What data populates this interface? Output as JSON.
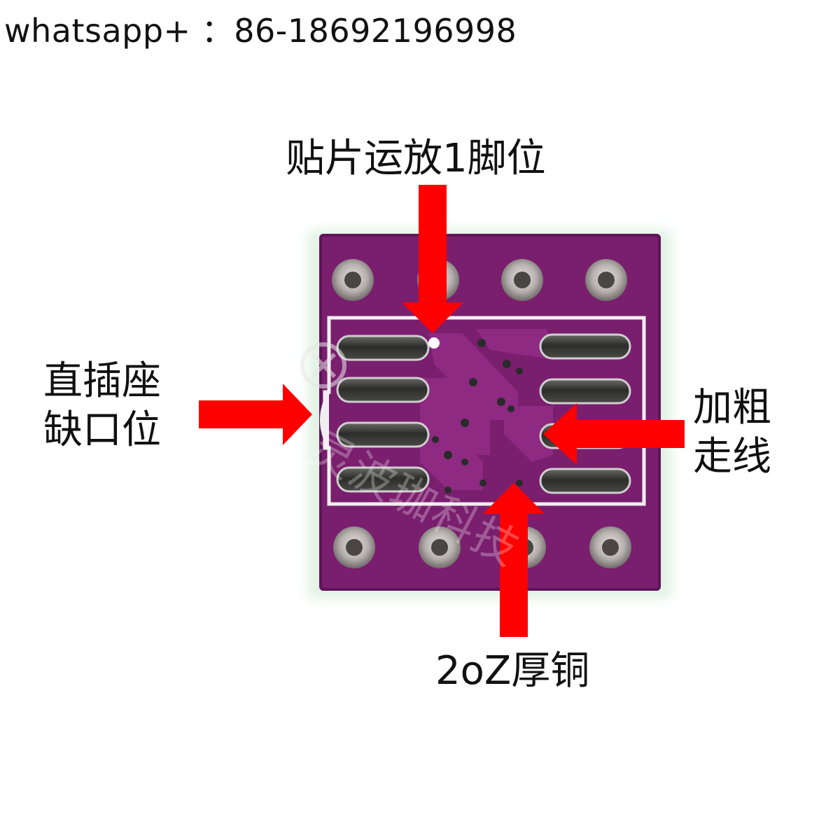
{
  "contact": {
    "text": "whatsapp+ ：86-18692196998"
  },
  "annotations": {
    "top": "贴片运放1脚位",
    "left_line1": "直插座",
    "left_line2": "缺口位",
    "right_line1": "加粗",
    "right_line2": "走线",
    "bottom": "2oZ厚铜"
  },
  "watermark": {
    "text": "灵波珈科技"
  },
  "colors": {
    "board": "#7a1e6e",
    "board_edge": "#5e1458",
    "copper_pad": "#b9b4b2",
    "solder_pad": "#3a3a38",
    "silkscreen": "#f0eef0",
    "arrow": "#ff0000"
  },
  "icons": {
    "arrow": "red-arrow-icon",
    "watermark_logo": "circle-logo-icon"
  }
}
